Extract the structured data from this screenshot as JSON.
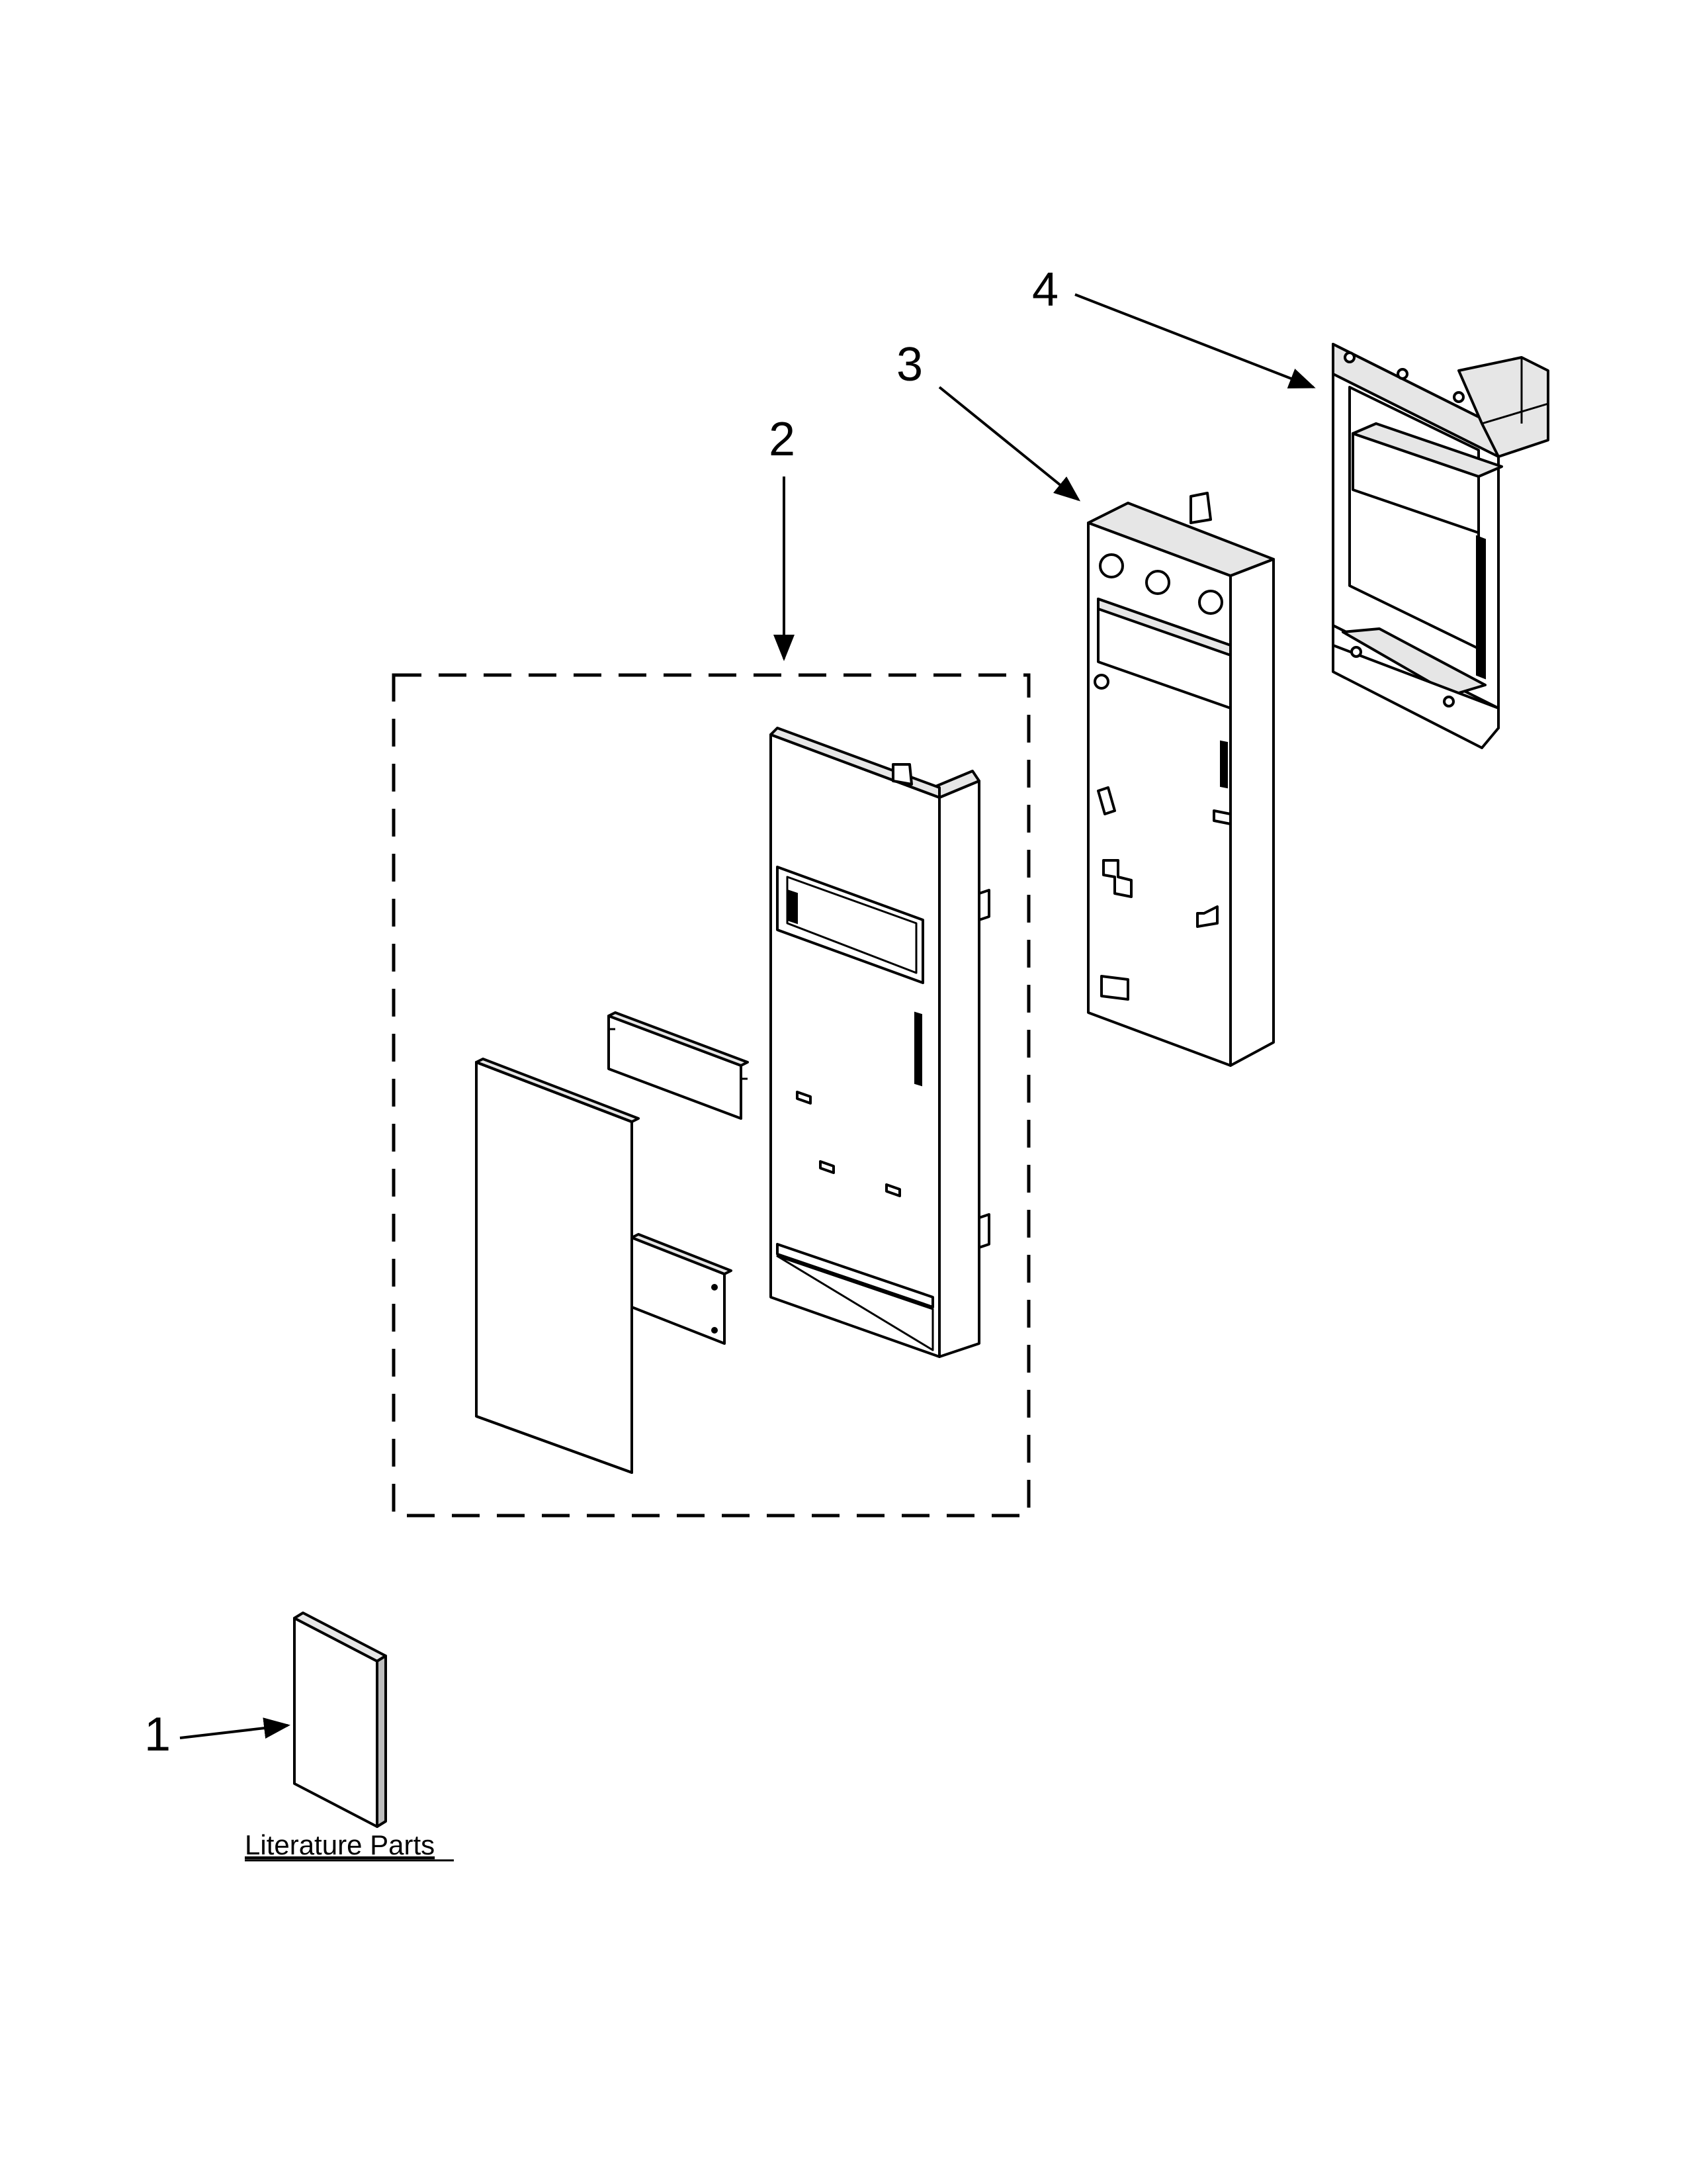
{
  "callouts": {
    "item_1": "1",
    "item_2": "2",
    "item_3": "3",
    "item_4": "4"
  },
  "literature_label": "Literature Parts"
}
